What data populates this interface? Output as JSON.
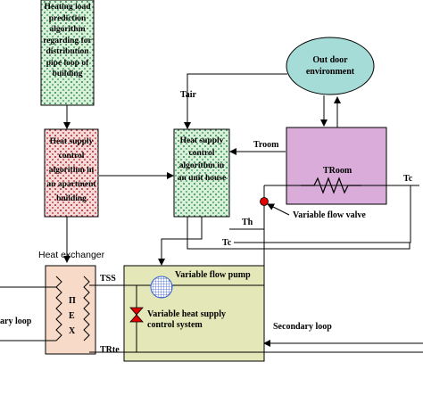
{
  "boxes": {
    "heating_load": "Heating load prediction algorithm regarding for distribution pipe loop of building",
    "apartment_control": "Heat supply control algorithm in an apartment building",
    "unit_house_control": "Heat supply control algorithm in an unit house",
    "outdoor": "Out door environment",
    "room": "TRoom",
    "heat_exchanger_letters": [
      "Π",
      "E",
      "X"
    ]
  },
  "labels": {
    "tair": "Tair",
    "troom": "Troom",
    "tc_right": "Tc",
    "th": "Th",
    "tc_bottom": "Tc",
    "variable_flow_valve": "Variable flow valve",
    "heat_exchanger": "Heat exchanger",
    "tss": "TSS",
    "tsre": "TRte",
    "primary_loop": "ary loop",
    "variable_flow_pump": "Variable flow pump",
    "variable_heat_supply": "Variable heat supply",
    "control_system": "control system",
    "secondary_loop": "Secondary loop"
  },
  "colors": {
    "green_box": "#d8f0d8",
    "green_dots": "#2e8b57",
    "red_box": "#f6dada",
    "red_dots": "#b22222",
    "outdoor_fill": "#a6dcd8",
    "room_fill": "#d9acd9",
    "plant_fill": "#e4e8b8",
    "hx_fill": "#f7dac8",
    "valve_red": "#e00000",
    "pump_blue": "#3a5fcd"
  }
}
